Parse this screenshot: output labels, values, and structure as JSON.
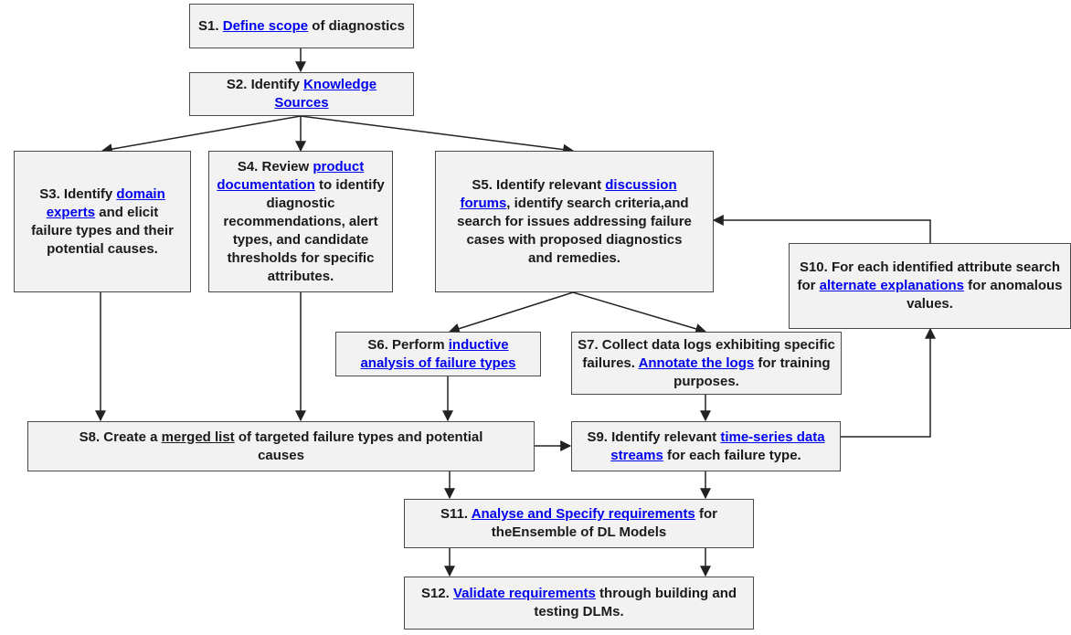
{
  "steps": {
    "s1": {
      "t1": "S1. ",
      "link": "Define scope",
      "t2": " of diagnostics"
    },
    "s2": {
      "t1": "S2. Identify ",
      "link": "Knowledge Sources",
      "t2": ""
    },
    "s3": {
      "t1": "S3. Identify ",
      "link": "domain experts",
      "t2": " and elicit failure types and their potential causes."
    },
    "s4": {
      "t1": "S4. Review ",
      "link": "product documentation",
      "t2": " to identify diagnostic recommendations, alert types, and candidate thresholds for specific attributes."
    },
    "s5": {
      "t1": "S5. Identify relevant ",
      "link": "discussion forums",
      "t2": ", identify search criteria,and search for issues addressing failure cases with proposed diagnostics and remedies."
    },
    "s6": {
      "t1": "S6. Perform ",
      "link": "inductive analysis of failure types",
      "t2": ""
    },
    "s7": {
      "t1": "S7. Collect data logs exhibiting specific failures. ",
      "link": "Annotate the logs",
      "t2": " for training purposes."
    },
    "s8": {
      "t1": "S8. Create a ",
      "link": "merged list",
      "t2": " of targeted failure types and potential causes"
    },
    "s9": {
      "t1": "S9. Identify relevant ",
      "link": "time-series data streams",
      "t2": " for each failure type."
    },
    "s10": {
      "t1": "S10. For each identified attribute search for ",
      "link": "alternate explanations",
      "t2": " for anomalous values."
    },
    "s11": {
      "t1": "S11. ",
      "link": "Analyse and Specify requirements",
      "t2": " for theEnsemble of DL Models"
    },
    "s12": {
      "t1": "S12. ",
      "link": "Validate requirements",
      "t2": " through building and testing DLMs."
    }
  },
  "colors": {
    "box_fill": "#f2f2f2",
    "box_border": "#4a4a4a",
    "link": "#0000ee",
    "arrow": "#222222"
  }
}
